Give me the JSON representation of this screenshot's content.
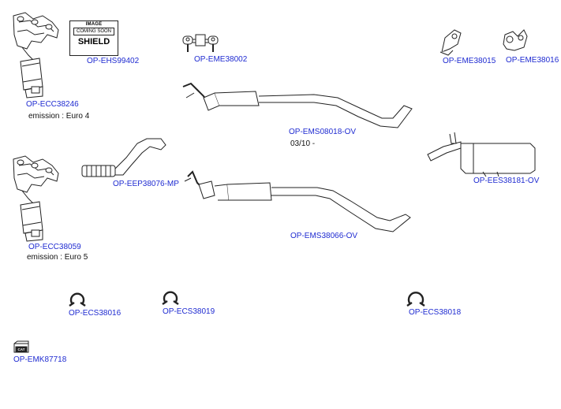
{
  "placeholder": {
    "line1": "IMAGE",
    "line2": "COMING SOON",
    "line3": "SHIELD"
  },
  "parts": [
    {
      "code": "OP-ECC38246",
      "note": "emission : Euro 4",
      "icon": "catalytic-manifold-icon"
    },
    {
      "code": "OP-EHS99402",
      "icon": "heat-shield-placeholder-icon"
    },
    {
      "code": "OP-EME38002",
      "icon": "exhaust-mount-icon"
    },
    {
      "code": "OP-EME38015",
      "icon": "exhaust-bracket-icon"
    },
    {
      "code": "OP-EME38016",
      "icon": "exhaust-bracket-icon"
    },
    {
      "code": "OP-EMS08018-OV",
      "note": "03/10 -",
      "icon": "middle-silencer-icon"
    },
    {
      "code": "OP-EES38181-OV",
      "icon": "rear-silencer-icon"
    },
    {
      "code": "OP-ECC38059",
      "note": "emission : Euro 5",
      "icon": "catalytic-manifold-icon"
    },
    {
      "code": "OP-EEP38076-MP",
      "icon": "flexible-pipe-icon"
    },
    {
      "code": "OP-EMS38066-OV",
      "icon": "middle-silencer-icon"
    },
    {
      "code": "OP-ECS38016",
      "icon": "exhaust-clamp-icon"
    },
    {
      "code": "OP-ECS38019",
      "icon": "exhaust-clamp-icon"
    },
    {
      "code": "OP-ECS38018",
      "icon": "exhaust-clamp-icon"
    },
    {
      "code": "OP-EMK87718",
      "icon": "mounting-kit-icon"
    }
  ]
}
